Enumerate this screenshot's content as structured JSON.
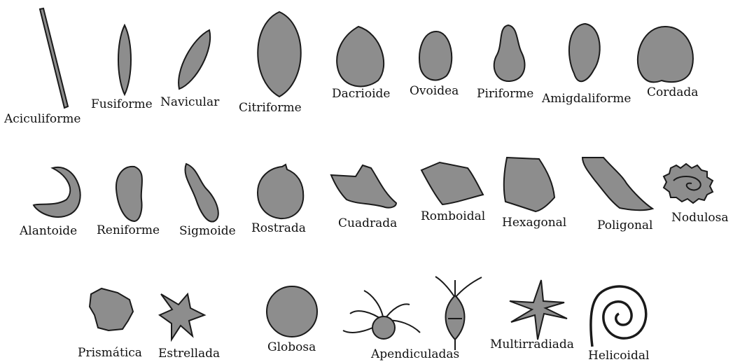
{
  "spore_shapes": {
    "row1": [
      "Aciculiforme",
      "Fusiforme",
      "Navicular",
      "Citriforme",
      "Dacrioide",
      "Ovoidea",
      "Piriforme",
      "Amigdaliforme",
      "Cordada"
    ],
    "row2": [
      "Alantoide",
      "Reniforme",
      "Sigmoide",
      "Rostrada",
      "Cuadrada",
      "Romboidal",
      "Hexagonal",
      "Poligonal",
      "Nodulosa"
    ],
    "row3": [
      "Prismática",
      "Estrellada",
      "Globosa",
      "Apendiculadas",
      "Multirradiada",
      "Helicoidal"
    ]
  },
  "colors": {
    "fill": "#8d8d8d",
    "outline": "#1a1a1a",
    "background": "#ffffff"
  }
}
